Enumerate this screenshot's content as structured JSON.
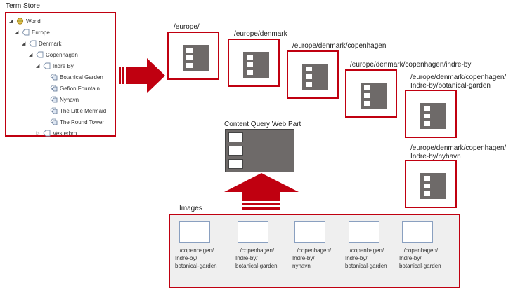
{
  "term_store": {
    "title": "Term Store",
    "tree": [
      {
        "label": "World",
        "expanded": true,
        "icon": "term-store-icon"
      },
      {
        "label": "Europe",
        "expanded": true,
        "icon": "tag-icon"
      },
      {
        "label": "Denmark",
        "expanded": true,
        "icon": "tag-icon"
      },
      {
        "label": "Copenhagen",
        "expanded": true,
        "icon": "tag-icon"
      },
      {
        "label": "Indre By",
        "expanded": true,
        "icon": "tag-icon"
      },
      {
        "label": "Botanical Garden",
        "icon": "linked-tag-icon"
      },
      {
        "label": "Gefion Fountain",
        "icon": "linked-tag-icon"
      },
      {
        "label": "Nyhavn",
        "icon": "linked-tag-icon"
      },
      {
        "label": "The Little Mermaid",
        "icon": "linked-tag-icon"
      },
      {
        "label": "The Round Tower",
        "icon": "linked-tag-icon"
      },
      {
        "label": "Vesterbro",
        "expanded": false,
        "icon": "tag-icon"
      }
    ]
  },
  "pages": [
    {
      "url_line1": "/europe/",
      "url_line2": ""
    },
    {
      "url_line1": "/europe/denmark",
      "url_line2": ""
    },
    {
      "url_line1": "/europe/denmark/copenhagen",
      "url_line2": ""
    },
    {
      "url_line1": "/europe/denmark/copenhagen/indre-by",
      "url_line2": ""
    },
    {
      "url_line1": "/europe/denmark/copenhagen/",
      "url_line2": "Indre-by/botanical-garden"
    },
    {
      "url_line1": "/europe/denmark/copenhagen/",
      "url_line2": "Indre-by/nyhavn"
    }
  ],
  "cqwp": {
    "title": "Content Query Web Part"
  },
  "images": {
    "title": "Images",
    "items": [
      {
        "line1": ".../copenhagen/",
        "line2": "Indre-by/",
        "line3": "botanical-garden"
      },
      {
        "line1": ".../copenhagen/",
        "line2": "Indre-by/",
        "line3": "botanical-garden"
      },
      {
        "line1": ".../copenhagen/",
        "line2": "Indre-by/",
        "line3": "nyhavn"
      },
      {
        "line1": ".../copenhagen/",
        "line2": "Indre-by/",
        "line3": "botanical-garden"
      },
      {
        "line1": ".../copenhagen/",
        "line2": "Indre-by/",
        "line3": "botanical-garden"
      }
    ]
  },
  "colors": {
    "accent": "#c00010",
    "page_gray": "#6e6a69",
    "images_bg": "#efefef"
  }
}
